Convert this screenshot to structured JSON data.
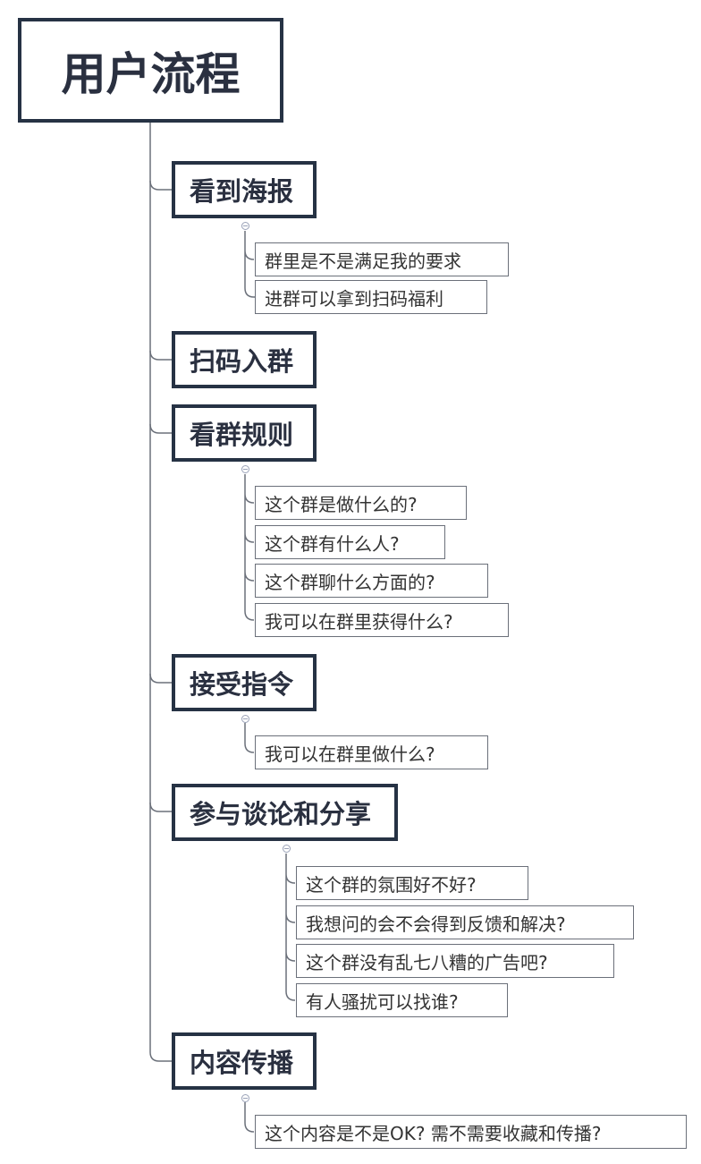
{
  "root": {
    "title": "用户流程"
  },
  "branches": [
    {
      "label": "看到海报",
      "children": [
        "群里是不是满足我的要求",
        "进群可以拿到扫码福利"
      ]
    },
    {
      "label": "扫码入群",
      "children": []
    },
    {
      "label": "看群规则",
      "children": [
        "这个群是做什么的?",
        "这个群有什么人?",
        "这个群聊什么方面的?",
        "我可以在群里获得什么?"
      ]
    },
    {
      "label": "接受指令",
      "children": [
        "我可以在群里做什么?"
      ]
    },
    {
      "label": "参与谈论和分享",
      "children": [
        "这个群的氛围好不好?",
        "我想问的会不会得到反馈和解决?",
        "这个群没有乱七八糟的广告吧?",
        "有人骚扰可以找谁?"
      ]
    },
    {
      "label": "内容传播",
      "children": [
        "这个内容是不是OK? 需不需要收藏和传播?"
      ]
    }
  ],
  "colors": {
    "border": "#263244",
    "line": "#6b707a"
  }
}
